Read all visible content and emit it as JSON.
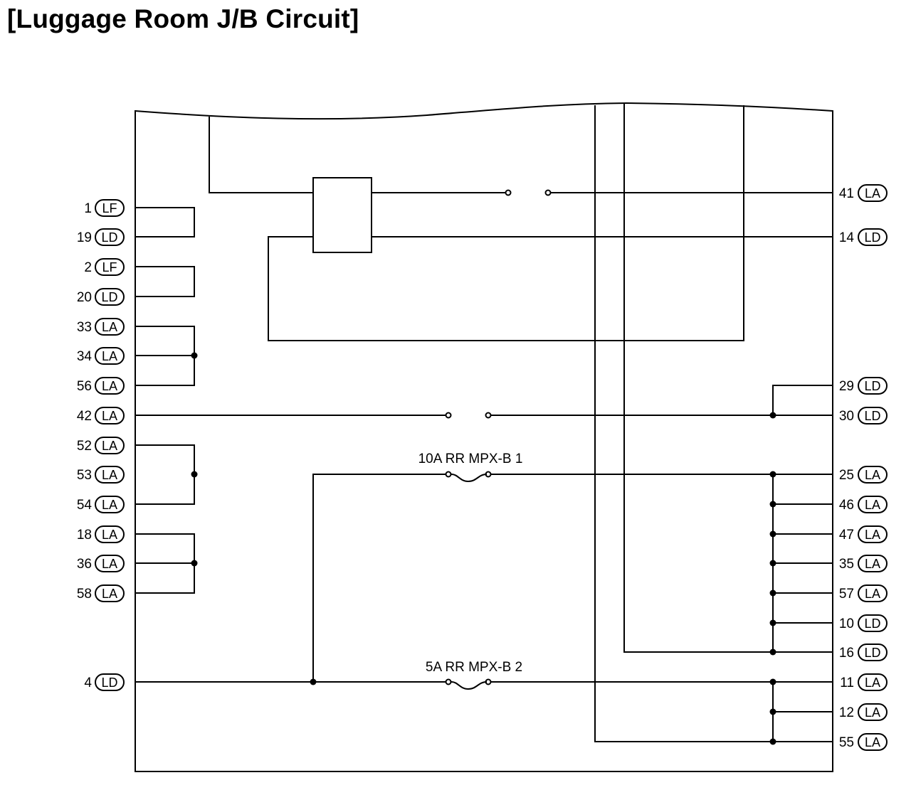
{
  "title": "[Luggage Room J/B Circuit]",
  "left_pins": [
    {
      "num": "1",
      "conn": "LF"
    },
    {
      "num": "19",
      "conn": "LD"
    },
    {
      "num": "2",
      "conn": "LF"
    },
    {
      "num": "20",
      "conn": "LD"
    },
    {
      "num": "33",
      "conn": "LA"
    },
    {
      "num": "34",
      "conn": "LA"
    },
    {
      "num": "56",
      "conn": "LA"
    },
    {
      "num": "42",
      "conn": "LA"
    },
    {
      "num": "52",
      "conn": "LA"
    },
    {
      "num": "53",
      "conn": "LA"
    },
    {
      "num": "54",
      "conn": "LA"
    },
    {
      "num": "18",
      "conn": "LA"
    },
    {
      "num": "36",
      "conn": "LA"
    },
    {
      "num": "58",
      "conn": "LA"
    },
    {
      "num": "4",
      "conn": "LD"
    }
  ],
  "right_pins": [
    {
      "num": "41",
      "conn": "LA"
    },
    {
      "num": "14",
      "conn": "LD"
    },
    {
      "num": "29",
      "conn": "LD"
    },
    {
      "num": "30",
      "conn": "LD"
    },
    {
      "num": "25",
      "conn": "LA"
    },
    {
      "num": "46",
      "conn": "LA"
    },
    {
      "num": "47",
      "conn": "LA"
    },
    {
      "num": "35",
      "conn": "LA"
    },
    {
      "num": "57",
      "conn": "LA"
    },
    {
      "num": "10",
      "conn": "LD"
    },
    {
      "num": "16",
      "conn": "LD"
    },
    {
      "num": "11",
      "conn": "LA"
    },
    {
      "num": "12",
      "conn": "LA"
    },
    {
      "num": "55",
      "conn": "LA"
    }
  ],
  "fuses": [
    {
      "label": "5A RR MPX-B 2"
    },
    {
      "label": "10A RR MPX-B 1"
    }
  ]
}
